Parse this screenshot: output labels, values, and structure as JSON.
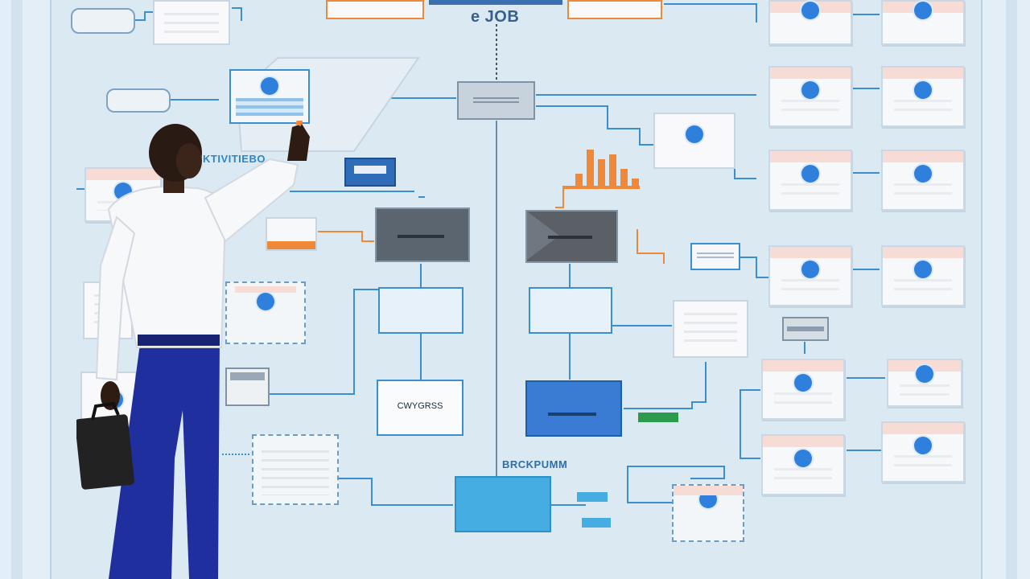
{
  "title": "e JOB",
  "labels": {
    "left_tag": "KTIVITIEBO",
    "center_box": "CWYGRSS",
    "bottom_tag": "BRCKPUMM"
  },
  "bar_chart": {
    "values": [
      3,
      8,
      6,
      7,
      4,
      2
    ]
  },
  "colors": {
    "background": "#dbe9f3",
    "accent_blue": "#2f80dc",
    "accent_orange": "#f0883a",
    "wire": "#3b8fce"
  }
}
